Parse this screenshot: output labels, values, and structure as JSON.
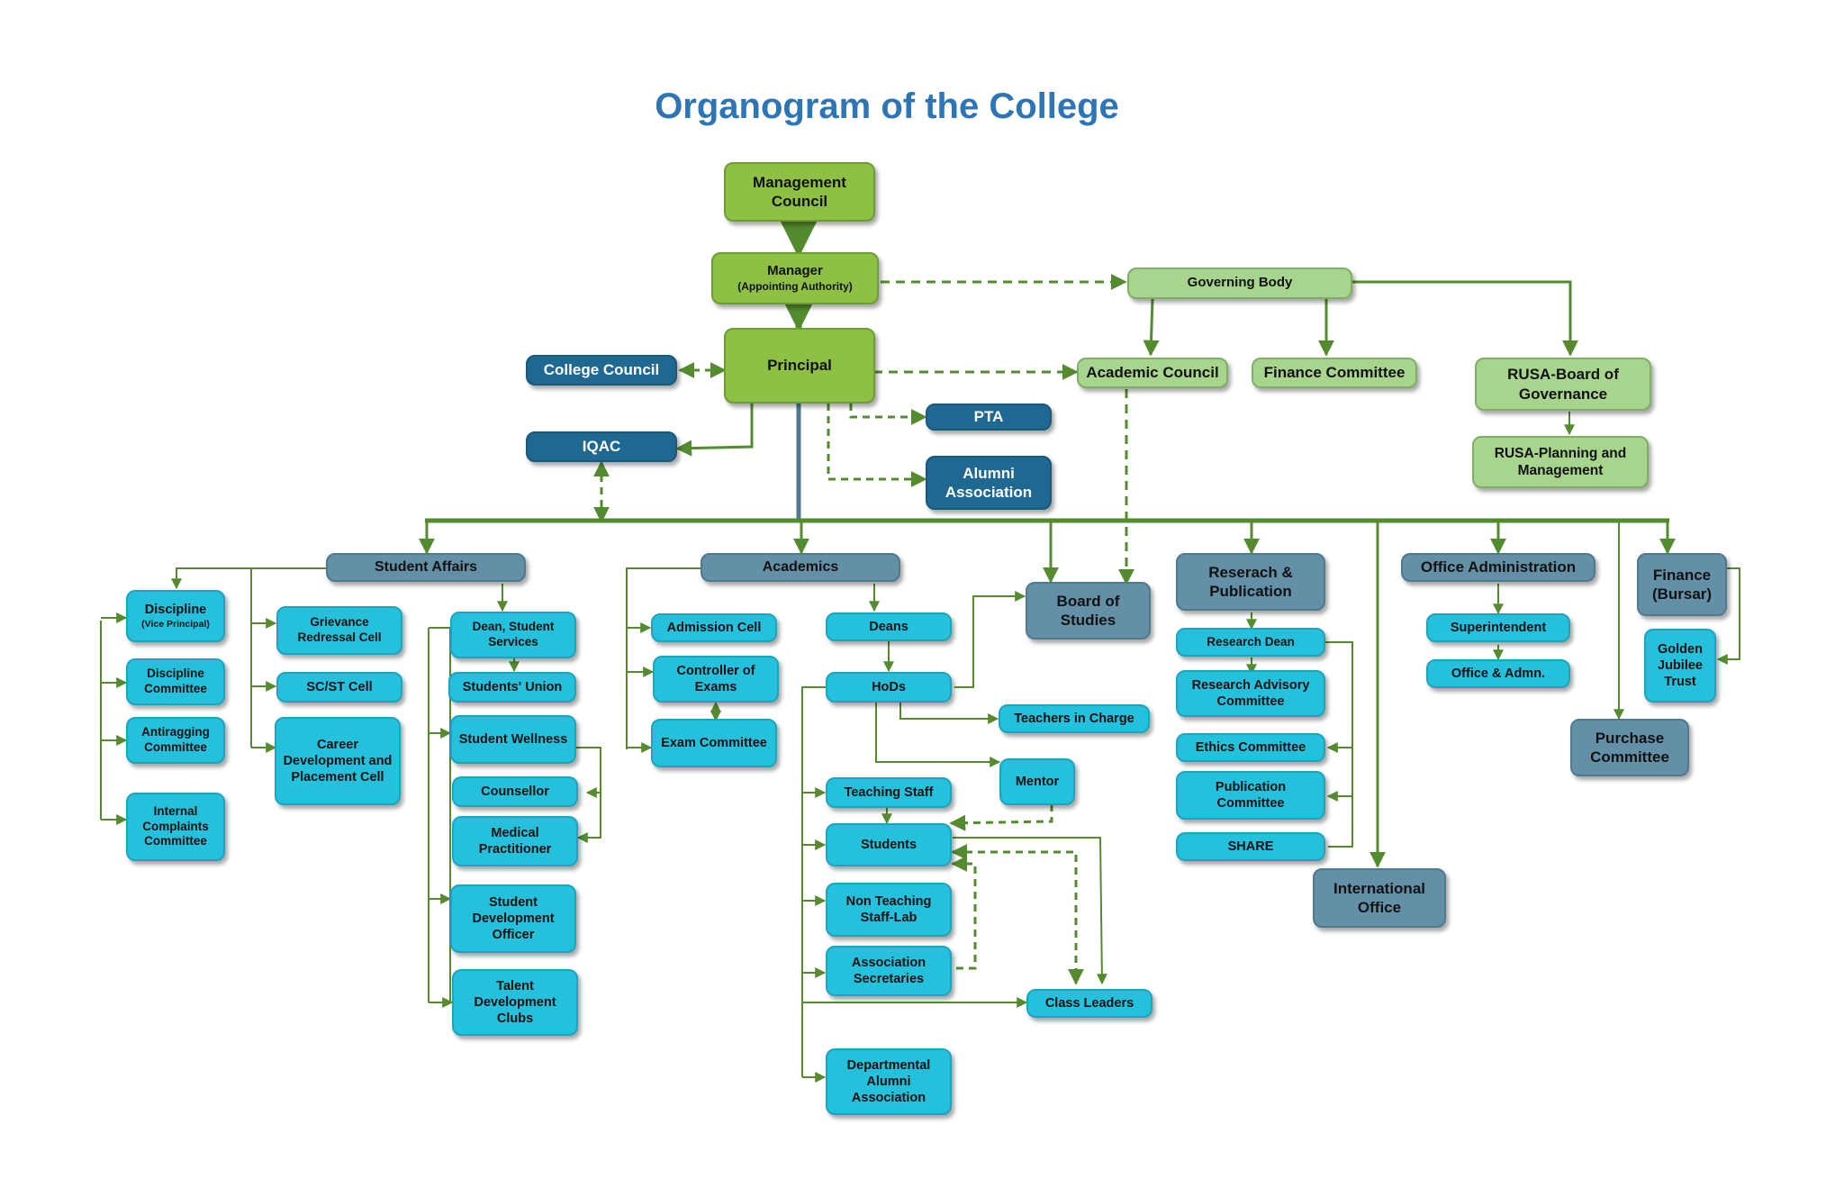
{
  "title": "Organogram of the College",
  "colors": {
    "title": "#2e75b6",
    "line": "#558b2f",
    "top_green": "#8dc043",
    "light_green": "#a8d58d",
    "navy": "#1f6891",
    "slate": "#6390a7",
    "cyan": "#25c0dc"
  },
  "nodes": {
    "management_council": "Management Council",
    "manager": "Manager",
    "manager_sub": "(Appointing Authority)",
    "principal": "Principal",
    "governing_body": "Governing Body",
    "college_council": "College Council",
    "iqac": "IQAC",
    "pta": "PTA",
    "alumni_association": "Alumni Association",
    "academic_council": "Academic Council",
    "finance_committee": "Finance Committee",
    "rusa_board": "RUSA-Board of Governance",
    "rusa_planning": "RUSA-Planning and Management",
    "student_affairs": "Student Affairs",
    "academics": "Academics",
    "board_of_studies": "Board of Studies",
    "research_publication": "Reserach & Publication",
    "office_administration": "Office Administration",
    "finance_bursar": "Finance (Bursar)",
    "discipline": "Discipline",
    "discipline_sub": "(Vice Principal)",
    "discipline_committee": "Discipline Committee",
    "antiragging_committee": "Antiragging Committee",
    "internal_complaints": "Internal Complaints Committee",
    "grievance_cell": "Grievance Redressal Cell",
    "scst_cell": "SC/ST Cell",
    "career_cell": "Career Development and Placement Cell",
    "dean_student_services": "Dean, Student Services",
    "students_union": "Students' Union",
    "student_wellness": "Student Wellness",
    "counsellor": "Counsellor",
    "medical_practitioner": "Medical Practitioner",
    "student_development_officer": "Student Development Officer",
    "talent_clubs": "Talent Development Clubs",
    "admission_cell": "Admission Cell",
    "controller_exams": "Controller of Exams",
    "exam_committee": "Exam Committee",
    "deans": "Deans",
    "hods": "HoDs",
    "teachers_in_charge": "Teachers in Charge",
    "mentor": "Mentor",
    "teaching_staff": "Teaching Staff",
    "students": "Students",
    "non_teaching_staff": "Non Teaching Staff-Lab",
    "association_secretaries": "Association Secretaries",
    "class_leaders": "Class Leaders",
    "departmental_alumni": "Departmental Alumni Association",
    "research_dean": "Research Dean",
    "research_advisory": "Research Advisory Committee",
    "ethics_committee": "Ethics Committee",
    "publication_committee": "Publication Committee",
    "share": "SHARE",
    "international_office": "International Office",
    "superintendent": "Superintendent",
    "office_admn": "Office & Admn.",
    "golden_jubilee_trust": "Golden Jubilee Trust",
    "purchase_committee": "Purchase Committee"
  }
}
